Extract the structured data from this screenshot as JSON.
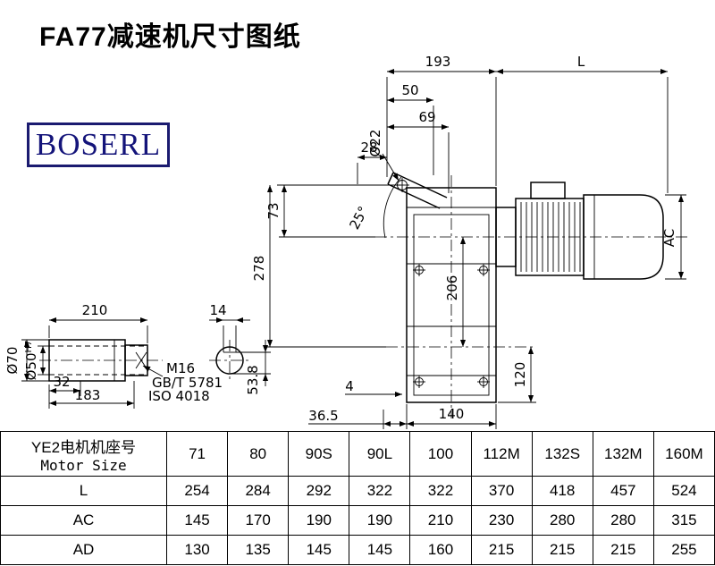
{
  "title": "FA77减速机尺寸图纸",
  "logo": "BOSERL",
  "dims": {
    "d193": "193",
    "dL": "L",
    "d50": "50",
    "d69": "69",
    "d22": "Ø22",
    "d28": "28",
    "d25": "25°",
    "d73": "73",
    "d278": "278",
    "d206": "206",
    "dAC": "AC",
    "d120": "120",
    "d4": "4",
    "d36_5": "36.5",
    "d140": "140",
    "d210": "210",
    "d14": "14",
    "d70": "Ø70",
    "d50h7_base": "Ø50",
    "d50h7_sup": "H7",
    "d32": "32",
    "d183": "183",
    "m16": "M16",
    "gbt": "GB/T 5781",
    "iso": "ISO 4018",
    "d53_8": "53.8"
  },
  "table": {
    "header_cn": "YE2电机机座号",
    "header_en": "Motor Size",
    "columns": [
      "71",
      "80",
      "90S",
      "90L",
      "100",
      "112M",
      "132S",
      "132M",
      "160M"
    ],
    "rows": [
      {
        "label": "L",
        "values": [
          "254",
          "284",
          "292",
          "322",
          "322",
          "370",
          "418",
          "457",
          "524"
        ]
      },
      {
        "label": "AC",
        "values": [
          "145",
          "170",
          "190",
          "190",
          "210",
          "230",
          "280",
          "280",
          "315"
        ]
      },
      {
        "label": "AD",
        "values": [
          "130",
          "135",
          "145",
          "145",
          "160",
          "215",
          "215",
          "215",
          "255"
        ]
      }
    ]
  }
}
